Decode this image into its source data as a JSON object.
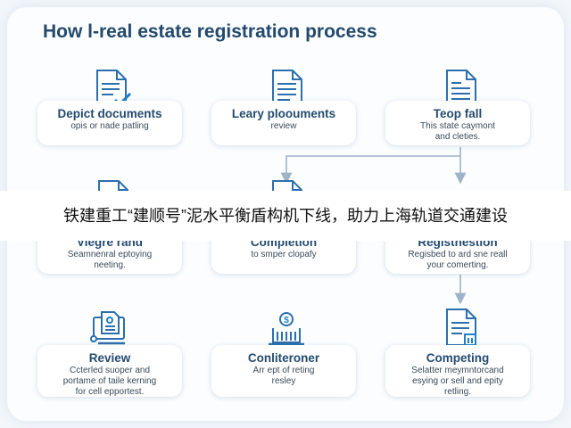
{
  "title": "How l-real estate registration process",
  "banner": "铁建重工“建顺号”泥水平衡盾构机下线，助力上海轨道交通建设",
  "colors": {
    "accent": "#2c6fae",
    "title": "#23496c",
    "arrow": "#9db3c8"
  },
  "steps": [
    {
      "icon": "document-check-icon",
      "name": "Depict documents",
      "desc": [
        "opis or nade patling"
      ]
    },
    {
      "icon": "document-icon",
      "name": "Leary ploouments",
      "desc": [
        "review"
      ]
    },
    {
      "icon": "document-lines-icon",
      "name": "Teop fall",
      "desc": [
        "This state caymont",
        "and cleties."
      ]
    },
    {
      "icon": "document-folded-icon",
      "name": "Viegre rand",
      "desc": [
        "Seamnenral eptoying",
        "neeting."
      ]
    },
    {
      "icon": "document-icon",
      "name": "Completion",
      "desc": [
        "to smper clopafy"
      ]
    },
    {
      "icon": "document-lines-icon",
      "name": "Registnestion",
      "desc": [
        "Regisbed to ard sne reall",
        "your comerting."
      ]
    },
    {
      "icon": "computer-document-icon",
      "name": "Review",
      "desc": [
        "Ccterled suoper and",
        "portame of taile kerning",
        "for cell epportest."
      ]
    },
    {
      "icon": "laptop-dollar-icon",
      "name": "Conliteroner",
      "desc": [
        "Arr ept of reting",
        "resley"
      ]
    },
    {
      "icon": "document-stack-icon",
      "name": "Competing",
      "desc": [
        "Selatter meymntorcand",
        "esying or sell and epity",
        "retling."
      ]
    }
  ]
}
